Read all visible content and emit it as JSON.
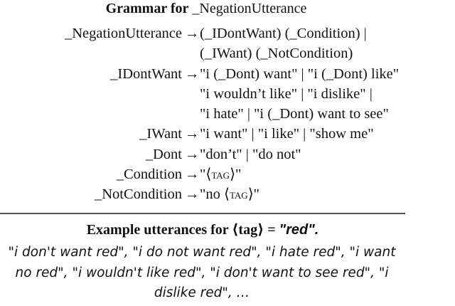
{
  "title": {
    "bold": "Grammar for",
    "name": "_NegationUtterance"
  },
  "grammar": {
    "arrow": "→",
    "rules": [
      {
        "lhs": "_NegationUtterance",
        "rhs": [
          "(_IDontWant) (_Condition) |",
          "(_IWant) (_NotCondition)"
        ]
      },
      {
        "lhs": "_IDontWant",
        "rhs": [
          "\"i (_Dont) want\" | \"i (_Dont) like\"",
          "\"i wouldn’t like\" | \"i dislike\" |",
          "\"i hate\" | \"i (_Dont) want to see\""
        ]
      },
      {
        "lhs": "_IWant",
        "rhs": [
          "\"i want\" | \"i like\" | \"show me\""
        ]
      },
      {
        "lhs": "_Dont",
        "rhs": [
          "\"don’t\" | \"do not\""
        ]
      },
      {
        "lhs": "_Condition",
        "rhs_parts": {
          "pre": "\"⟨",
          "tag": "tag",
          "post": "⟩\""
        }
      },
      {
        "lhs": "_NotCondition",
        "rhs_parts": {
          "pre": "\"no ⟨",
          "tag": "tag",
          "post": "⟩\""
        }
      }
    ]
  },
  "examples": {
    "title_prefix": "Example utterances for ⟨tag⟩ = ",
    "title_value": "\"red\".",
    "body": "\"i don't want red\", \"i do not want red\", \"i hate red\", \"i want no red\", \"i wouldn't like red\", \"i don't want to see red\", \"i dislike red\", …"
  }
}
